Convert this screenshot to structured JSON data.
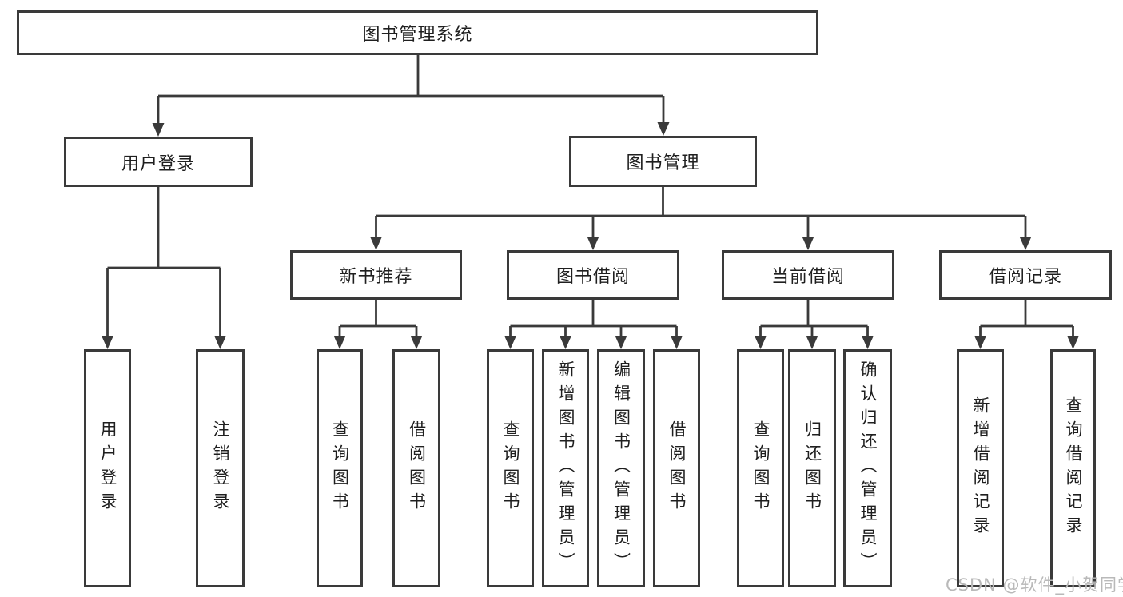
{
  "colors": {
    "background": "#ffffff",
    "line": "#3a3a3a",
    "box_border": "#3a3a3a",
    "text": "#1f1f1f",
    "watermark": "#b9b9b9"
  },
  "diagram": {
    "root": "图书管理系统",
    "user_login": {
      "label": "用户登录",
      "children": [
        "用户登录",
        "注销登录"
      ]
    },
    "book_mgmt": {
      "label": "图书管理",
      "groups": [
        {
          "label": "新书推荐",
          "children": [
            "查询图书",
            "借阅图书"
          ]
        },
        {
          "label": "图书借阅",
          "children": [
            "查询图书",
            "新增图书（管理员）",
            "编辑图书（管理员）",
            "借阅图书"
          ]
        },
        {
          "label": "当前借阅",
          "children": [
            "查询图书",
            "归还图书",
            "确认归还（管理员）"
          ]
        },
        {
          "label": "借阅记录",
          "children": [
            "新增借阅记录",
            "查询借阅记录"
          ]
        }
      ]
    }
  },
  "watermark": {
    "text": "CSDN @软件_小贺同学"
  }
}
